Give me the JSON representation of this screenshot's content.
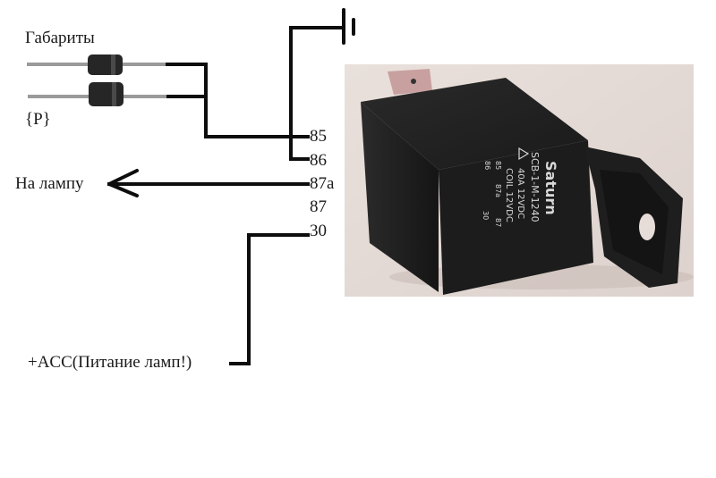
{
  "labels": {
    "gabarity": "Габариты",
    "p_marker": "{P}",
    "na_lampu": "На лампу",
    "acc": "+ACC(Питание ламп!)"
  },
  "relay_pins": [
    "85",
    "86",
    "87a",
    "87",
    "30"
  ],
  "relay_photo": {
    "brand": "Saturn",
    "model": "SCB-1-M-1240",
    "rating": "40A 12VDC",
    "coil": "COIL 12VDC",
    "pin_marks": [
      "85",
      "86",
      "87a",
      "87",
      "30"
    ]
  },
  "diodes": [
    {
      "name": "diode-top"
    },
    {
      "name": "diode-bottom"
    }
  ],
  "colors": {
    "wire": "#0d0d0d",
    "relay_body": "#1f1f1f",
    "photo_bg": "#e4dad6",
    "diode_body": "#2b2b2b",
    "lead": "#9a9a9a"
  }
}
